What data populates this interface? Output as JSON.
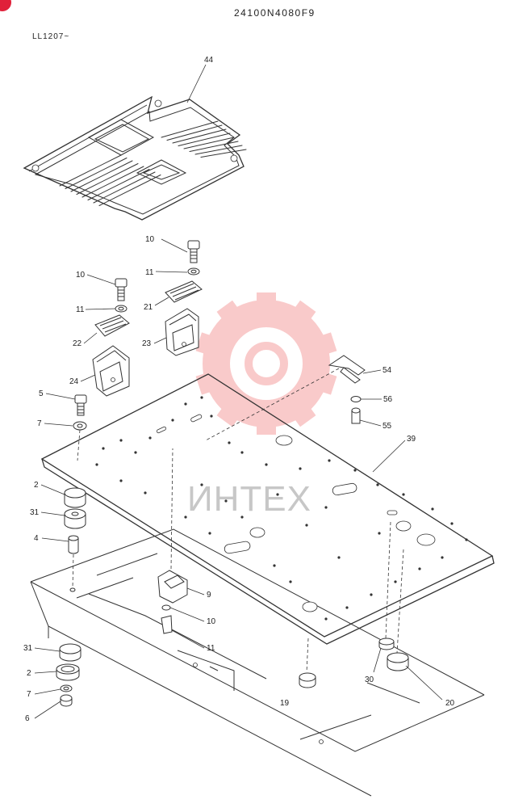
{
  "drawing_code": "24100N4080F9",
  "serial_range": "LL1207~",
  "watermark_text": "ИНТЕХ",
  "colors": {
    "line": "#333333",
    "watermark": "#f06a6a",
    "badge": "#e0203a"
  },
  "callouts": {
    "c44": "44",
    "c10a": "10",
    "c11a": "11",
    "c21": "21",
    "c23": "23",
    "c10b": "10",
    "c11b": "11",
    "c22": "22",
    "c24": "24",
    "c5": "5",
    "c7a": "7",
    "c2a": "2",
    "c31a": "31",
    "c4": "4",
    "c54": "54",
    "c56": "56",
    "c55": "55",
    "c39": "39",
    "c9": "9",
    "c10c": "10",
    "c11c": "11",
    "c31b": "31",
    "c2b": "2",
    "c7b": "7",
    "c6": "6",
    "c19": "19",
    "c30": "30",
    "c20": "20"
  }
}
